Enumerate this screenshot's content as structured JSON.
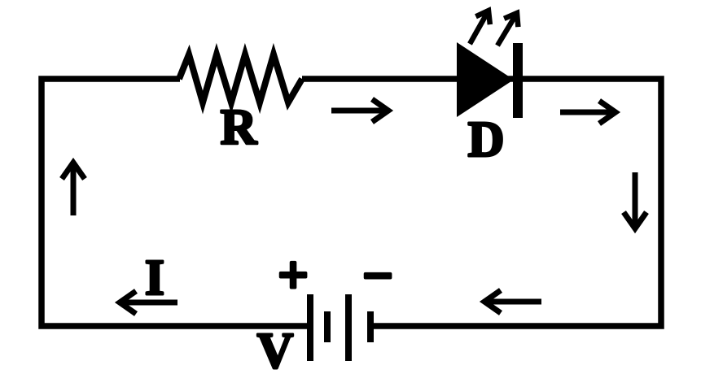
{
  "page": {
    "background_color": "#ffffff",
    "line_color": "#000000"
  },
  "diagram": {
    "components": {
      "resistor": {
        "label": "R"
      },
      "led": {
        "label": "D"
      },
      "battery": {
        "label": "V",
        "plus": "+",
        "minus": "−"
      },
      "current": {
        "label": "I"
      }
    },
    "icons": {
      "current-arrow-up-left-side": "↑",
      "current-arrow-right-before-led": "→",
      "current-arrow-right-after-led": "→",
      "current-arrow-down-right-side": "↓",
      "current-arrow-left-bottom-right": "←",
      "current-arrow-left-bottom-left": "←",
      "light-emission-arrow-1": "↗",
      "light-emission-arrow-2": "↗"
    }
  }
}
